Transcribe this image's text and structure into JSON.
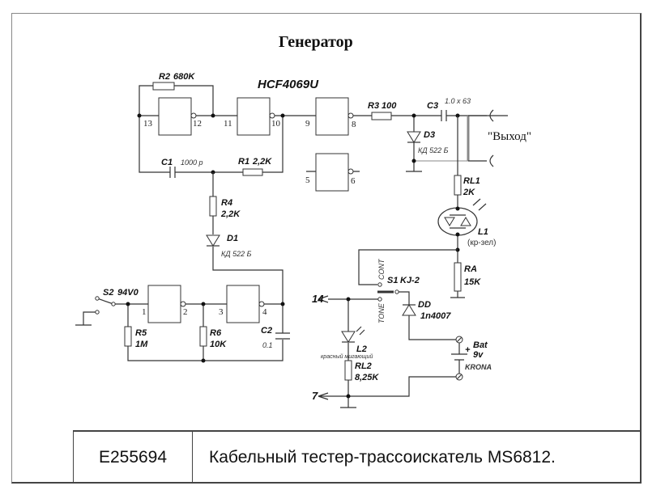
{
  "title": "Генератор",
  "ic_name": "HCF4069U",
  "output_label": "\"Выход\"",
  "components": {
    "R2": {
      "name": "R2",
      "value": "680K"
    },
    "R1": {
      "name": "R1",
      "value": "2,2K"
    },
    "C1": {
      "name": "C1",
      "value": "1000 p"
    },
    "R3": {
      "name": "R3",
      "value": "100"
    },
    "C3": {
      "name": "C3",
      "value": "1.0 x 63"
    },
    "D3": {
      "name": "D3",
      "value": "КД 522 Б"
    },
    "RL1": {
      "name": "RL1",
      "value": "2K"
    },
    "L1": {
      "name": "L1",
      "value": "(кр-зел)"
    },
    "R4": {
      "name": "R4",
      "value": "2,2K"
    },
    "D1": {
      "name": "D1",
      "value": "КД 522 Б"
    },
    "RA": {
      "name": "RA",
      "value": "15K"
    },
    "S2": {
      "name": "S2",
      "value": "94V0"
    },
    "R5": {
      "name": "R5",
      "value": "1M"
    },
    "R6": {
      "name": "R6",
      "value": "10K"
    },
    "C2": {
      "name": "C2",
      "value": "0.1"
    },
    "S1": {
      "name": "S1",
      "value": "KJ-2",
      "pos_cont": "CONT",
      "pos_tone": "TONE"
    },
    "DD": {
      "name": "DD",
      "value": "1n4007"
    },
    "L2": {
      "name": "L2",
      "value": "красный мигающий"
    },
    "RL2": {
      "name": "RL2",
      "value": "8,25K"
    },
    "Bat": {
      "name": "Bat",
      "value": "9v",
      "type": "KRONA",
      "polarity": "+"
    }
  },
  "pins": {
    "p13": "13",
    "p12": "12",
    "p11": "11",
    "p10": "10",
    "p9": "9",
    "p8": "8",
    "p5": "5",
    "p6": "6",
    "p1": "1",
    "p2": "2",
    "p3": "3",
    "p4": "4"
  },
  "rails": {
    "vdd": "14",
    "vss": "7"
  },
  "title_block": {
    "code": "E255694",
    "description": "Кабельный тестер-трассоискатель MS6812."
  }
}
